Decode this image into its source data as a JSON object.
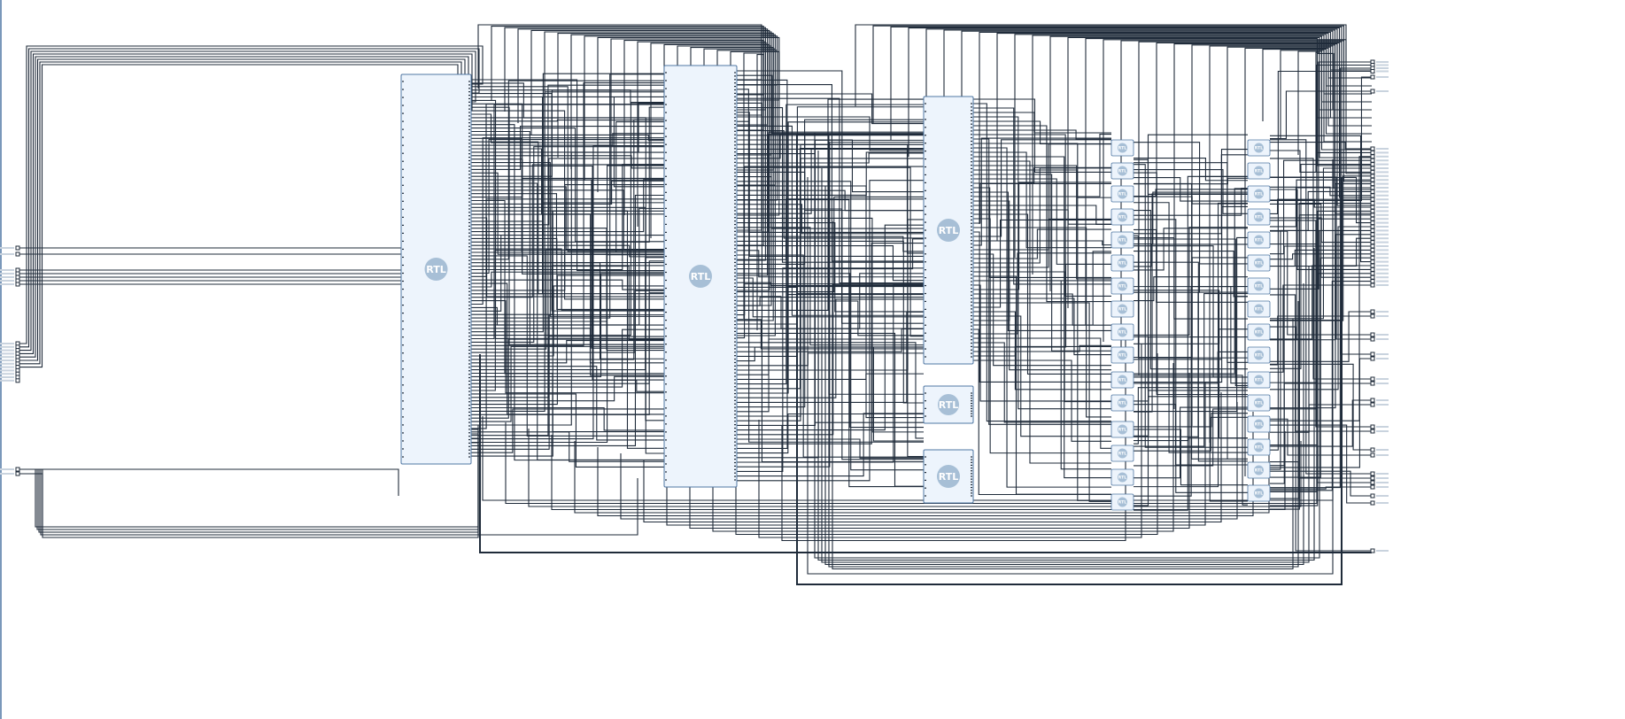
{
  "diagram": {
    "rtl_badge": "RTL",
    "big_blocks": [
      {
        "id": "b1",
        "label": ""
      },
      {
        "id": "b2",
        "label": ""
      },
      {
        "id": "b3",
        "label": ""
      },
      {
        "id": "b4",
        "label": ""
      },
      {
        "id": "b5",
        "label": ""
      }
    ],
    "colors": {
      "wire": "#1f2b3a",
      "block_fill": "#edf4fc",
      "block_stroke": "#4f77a3",
      "badge": "#a7bfd6"
    }
  }
}
